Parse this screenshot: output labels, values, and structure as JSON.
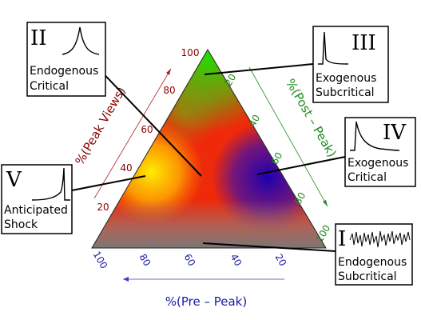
{
  "axes": {
    "left": {
      "label": "%(Peak Views)",
      "ticks": [
        "100",
        "80",
        "60",
        "40",
        "20"
      ],
      "color": "#8b0000"
    },
    "right": {
      "label": "%(Post – Peak)",
      "ticks": [
        "20",
        "40",
        "60",
        "80",
        "100"
      ],
      "color": "#1e8b1e"
    },
    "bottom": {
      "label": "%(Pre – Peak)",
      "ticks": [
        "100",
        "80",
        "60",
        "40",
        "20"
      ],
      "color": "#1a1aa6"
    }
  },
  "colors": {
    "peak_views_corner": "#ff0000",
    "post_peak_corner": "#1a00b0",
    "pre_peak_corner": "#777777",
    "apex_green": "#22dd00",
    "yellow_region": "#ffee00"
  },
  "classes": [
    {
      "id": "II",
      "roman": "II",
      "line1": "Endogenous",
      "line2": "Critical",
      "icon": "peak-icon"
    },
    {
      "id": "III",
      "roman": "III",
      "line1": "Exogenous",
      "line2": "Subcritical",
      "icon": "spike-decay-icon"
    },
    {
      "id": "IV",
      "roman": "IV",
      "line1": "Exogenous",
      "line2": "Critical",
      "icon": "power-law-decay-icon"
    },
    {
      "id": "V",
      "roman": "V",
      "line1": "Anticipated",
      "line2": "Shock",
      "icon": "rise-drop-icon"
    },
    {
      "id": "I",
      "roman": "I",
      "line1": "Endogenous",
      "line2": "Subcritical",
      "icon": "noise-icon"
    }
  ]
}
